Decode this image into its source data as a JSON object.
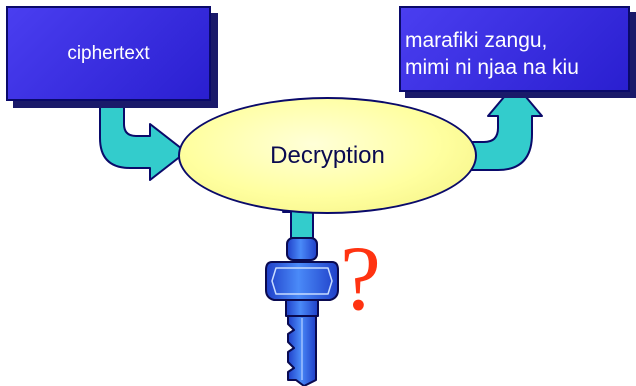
{
  "diagram": {
    "input_box": {
      "label": "ciphertext"
    },
    "process": {
      "label": "Decryption"
    },
    "output_box": {
      "lines": [
        "marafiki zangu,",
        "mimi ni njaa na kiu"
      ]
    },
    "unknown_key_mark": "?"
  },
  "colors": {
    "box_fill": "#3b30e8",
    "ellipse_fill": "#ffffb0",
    "arrow_fill": "#33cccc",
    "key_fill": "#3a6cf0",
    "question_mark": "#ff3311",
    "outline": "#0a0a6a"
  },
  "icons": [
    "key-icon",
    "curved-arrow-icon",
    "up-arrow-icon"
  ]
}
